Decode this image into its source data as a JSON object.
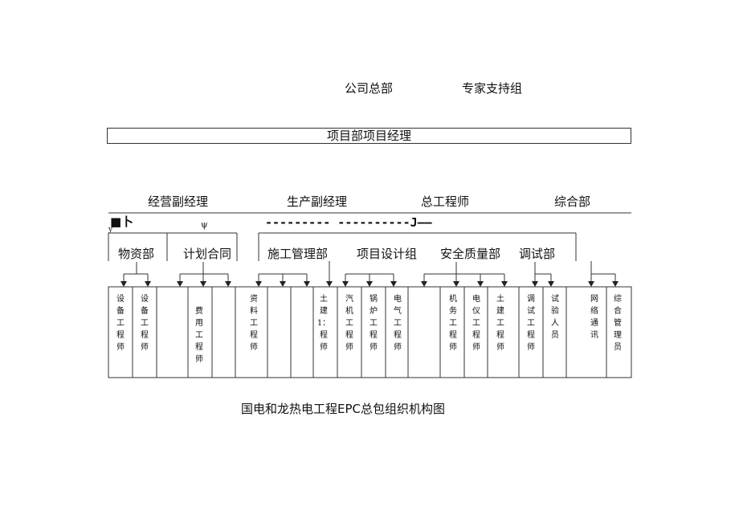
{
  "top": {
    "left_label": "公司总部",
    "right_label": "专家支持组"
  },
  "project_manager": "项目部项目经理",
  "level1": [
    "经营副经理",
    "生产副经理",
    "总工程师",
    "综合部"
  ],
  "marker": {
    "text": "■卜",
    "sub": "y",
    "psi": "ψ",
    "dash": "--------- ----------J——"
  },
  "departments": [
    "物资部",
    "计划合同",
    "施工管理部",
    "项目设计组",
    "安全质量部",
    "调试部"
  ],
  "roles": [
    "设备工程师",
    "设备工程师",
    "",
    "费用工程师",
    "",
    "资料工程师",
    "",
    "",
    "土建1：程师",
    "汽机工程师",
    "锅炉工程师",
    "电气工程师",
    "",
    "机务工程师",
    "电仪工程师",
    "土建工程师",
    "调试工程师",
    "试验人员",
    "网络通讯",
    "综合管理员"
  ],
  "caption": "国电和龙热电工程EPC总包组织机构图"
}
